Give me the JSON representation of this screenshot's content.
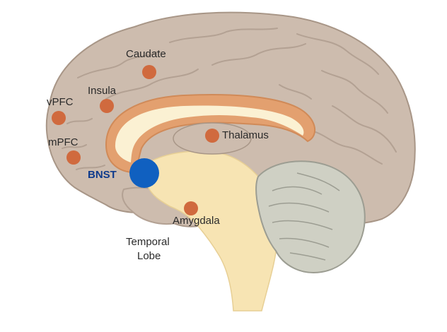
{
  "colors": {
    "brain_fill": "#cdbcae",
    "brain_stroke": "#a89687",
    "gyri_stroke": "#b3a193",
    "corpus_callosum": "#e3a06f",
    "corpus_inner": "#fbf1d3",
    "brainstem": "#f7e4b3",
    "cerebellum": "#cfd0c4",
    "cerebellum_stroke": "#9c9d92",
    "region_dot": "#d06a3e",
    "bnst_dot": "#1060c0",
    "bnst_text": "#0e3a8c"
  },
  "regions": [
    {
      "id": "caudate",
      "label": "Caudate"
    },
    {
      "id": "insula",
      "label": "Insula"
    },
    {
      "id": "vpfc",
      "label": "vPFC"
    },
    {
      "id": "mpfc",
      "label": "mPFC"
    },
    {
      "id": "thalamus",
      "label": "Thalamus"
    },
    {
      "id": "amygdala",
      "label": "Amygdala"
    }
  ],
  "bnst": {
    "label": "BNST"
  },
  "temporal_lobe": {
    "line1": "Temporal",
    "line2": "Lobe"
  }
}
